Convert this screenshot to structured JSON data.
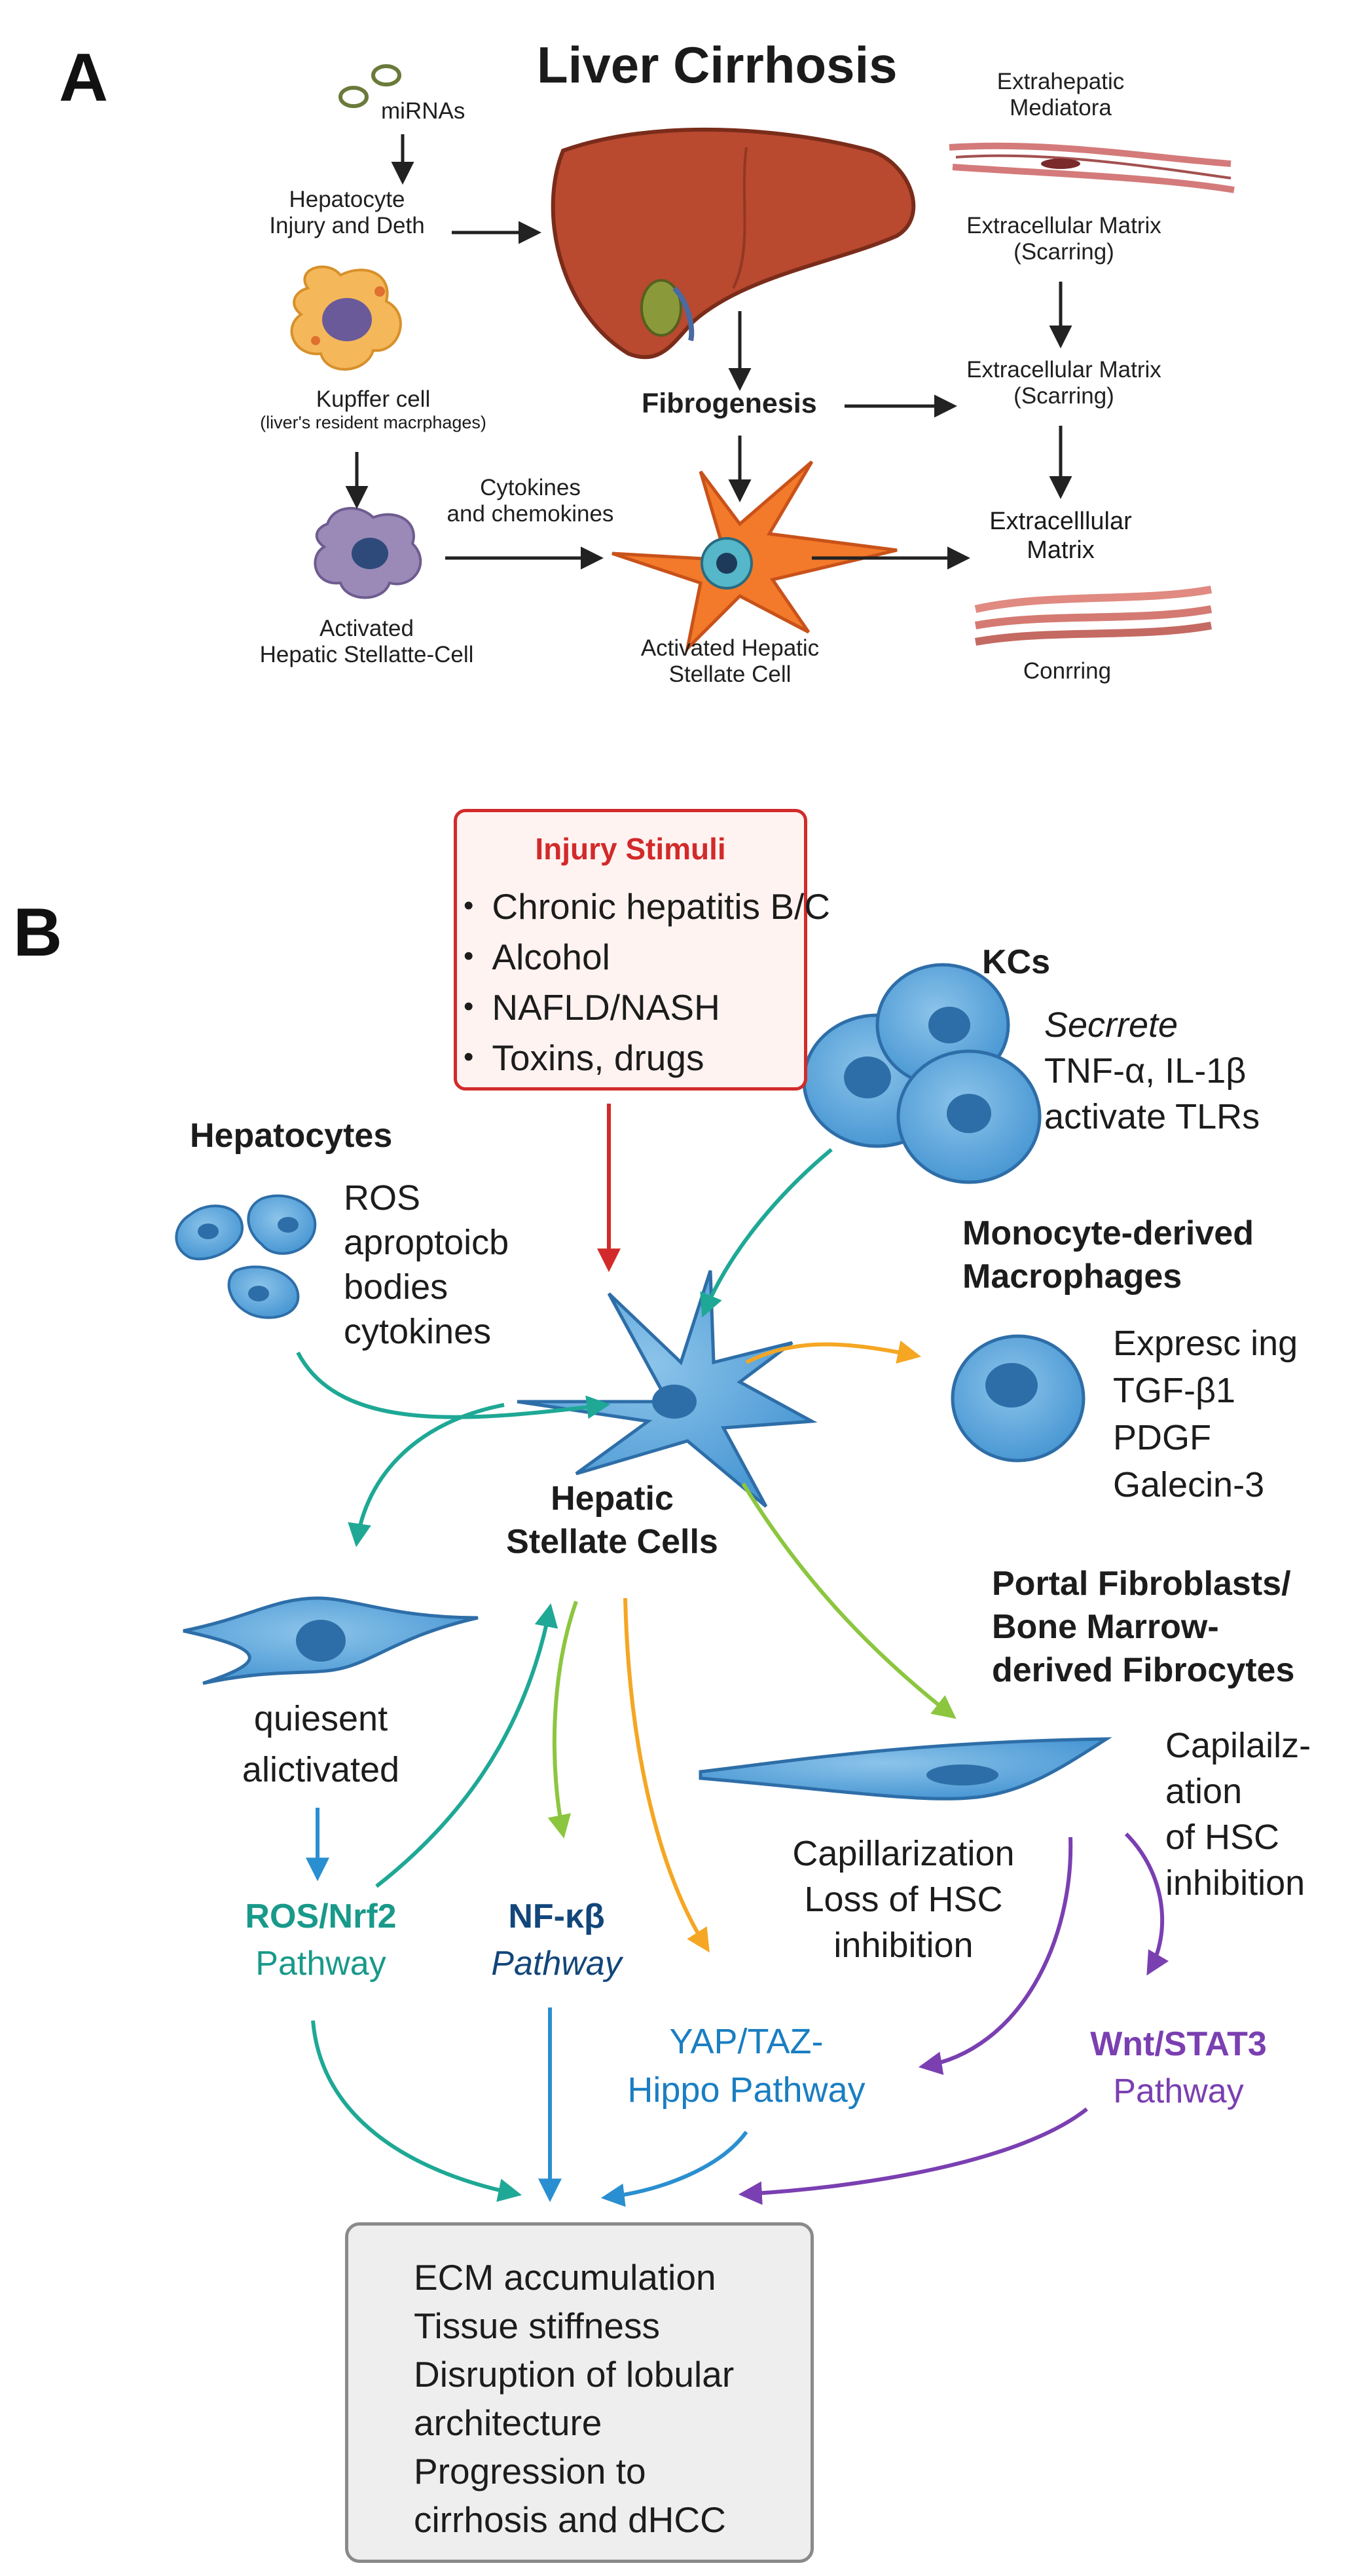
{
  "panel_a": {
    "letter": "A",
    "title": "Liver Cirrhosis",
    "mirnas": "miRNAs",
    "hepatocyte_injury": [
      "Hepatocyte",
      "Injury and Deth"
    ],
    "kupffer": [
      "Kupffer cell",
      "(liver's resident macrphages)"
    ],
    "activated_hsc_left": [
      "Activated",
      "Hepatic Stellatte-Cell"
    ],
    "cytokines": [
      "Cytokines",
      "and chemokines"
    ],
    "fibrogenesis": "Fibrogenesis",
    "activated_hsc_center": [
      "Activated Hepatic",
      "Stellate Cell"
    ],
    "extrahepatic": [
      "Extrahepatic",
      "Mediatora"
    ],
    "ecm_top": [
      "Extracellular Matrix",
      "(Scarring)"
    ],
    "ecm_mid": [
      "Extracellular Matrix",
      "(Scarring)"
    ],
    "ecm_bottom": [
      "Extracelllular",
      "Matrix"
    ],
    "conrring": "Conrring"
  },
  "panel_b": {
    "letter": "B",
    "injury": {
      "title": "Injury Stimuli",
      "items": [
        "Chronic hepatitis B/C",
        "Alcohol",
        "NAFLD/NASH",
        "Toxins, drugs"
      ]
    },
    "kcs": {
      "title": "KCs",
      "lines": [
        "Secrrete",
        "TNF-α, IL-1β",
        "activate TLRs"
      ]
    },
    "hepatocytes": {
      "title": "Hepatocytes",
      "lines": [
        "ROS",
        "aproptoicb",
        "bodies",
        "cytokines"
      ]
    },
    "monocyte": {
      "title": [
        "Monocyte-derived",
        "Macrophages"
      ],
      "lines": [
        "Expresc ing",
        "TGF-β1",
        "PDGF",
        "Galecin-3"
      ]
    },
    "hsc_label": [
      "Hepatic",
      "Stellate Cells"
    ],
    "quiescent": [
      "quiesent",
      "alictivated"
    ],
    "portal": {
      "title": [
        "Portal Fibroblasts/",
        "Bone Marrow-",
        "derived Fibrocytes"
      ],
      "right_lines": [
        "Capilailz-",
        "ation",
        "of HSC",
        "inhibition"
      ],
      "left_lines": [
        "Capillarization",
        "Loss of HSC",
        "inhibition"
      ]
    },
    "pathways": {
      "ros": [
        "ROS/Nrf2",
        "Pathway"
      ],
      "nfkb": [
        "NF-κβ",
        "Pathway"
      ],
      "yap": [
        "YAP/TAZ-",
        "Hippo Pathway"
      ],
      "wnt": [
        "Wnt/STAT3",
        "Pathway"
      ]
    },
    "outcome": [
      "ECM accumulation",
      "Tissue stiffness",
      "Disruption of lobular",
      "architecture",
      "Progression to",
      "cirrhosis and dHCC"
    ]
  }
}
